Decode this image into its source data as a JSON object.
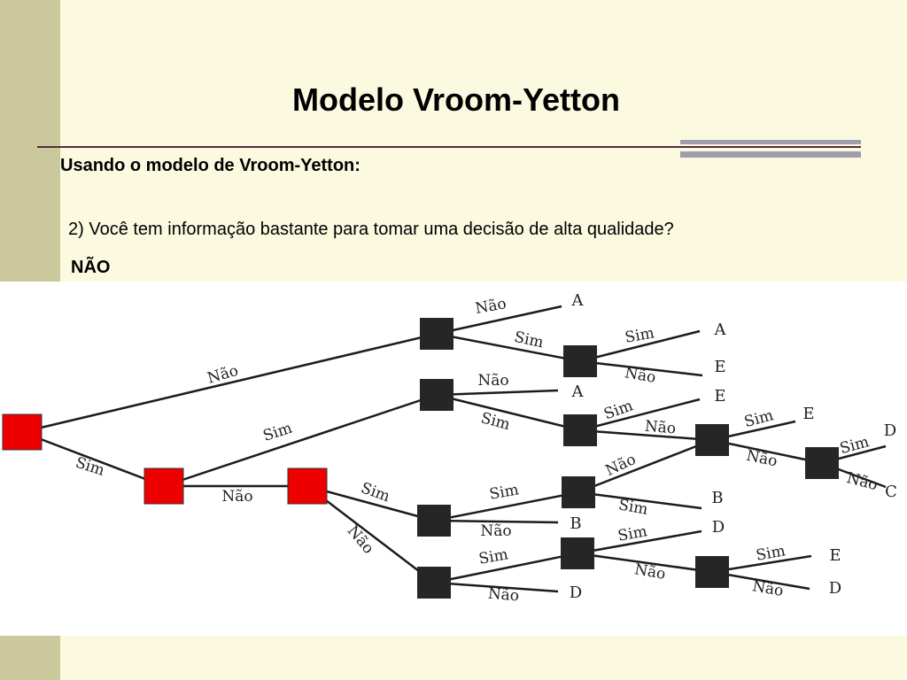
{
  "slide": {
    "title": "Modelo Vroom-Yetton",
    "subtitle": "Usando o modelo de Vroom-Yetton:",
    "question": "2) Você tem informação bastante para tomar uma decisão de alta qualidade?",
    "answer": "NÃO"
  },
  "colors": {
    "background": "#fbf9e0",
    "sidebar": "#cbc89b",
    "rule": "#5b2a3e",
    "accent_gray": "#9e9eae",
    "highlighted_node": "#ee0000",
    "node": "#262626"
  },
  "diagram": {
    "highlighted_path": [
      "root",
      "n_sim1",
      "n_nao2"
    ],
    "nodes": [
      {
        "id": "root",
        "highlighted": true
      },
      {
        "id": "n_sim1",
        "highlighted": true
      },
      {
        "id": "n_nao2",
        "highlighted": true
      },
      {
        "id": "n_top",
        "highlighted": false
      },
      {
        "id": "n_top_sim",
        "highlighted": false
      },
      {
        "id": "n_mid",
        "highlighted": false
      },
      {
        "id": "n_mid_sim",
        "highlighted": false
      },
      {
        "id": "n_mid_sim_nao",
        "highlighted": false
      },
      {
        "id": "n_right",
        "highlighted": false
      },
      {
        "id": "n_b_sim",
        "highlighted": false
      },
      {
        "id": "n_b_sim_sim",
        "highlighted": false
      },
      {
        "id": "n_b_nao",
        "highlighted": false
      },
      {
        "id": "n_b_nao_sim",
        "highlighted": false
      },
      {
        "id": "n_b_nao_sim_nao",
        "highlighted": false
      }
    ],
    "edges": [
      {
        "from": "root",
        "to": "n_top",
        "label": "Não"
      },
      {
        "from": "root",
        "to": "n_sim1",
        "label": "Sim"
      },
      {
        "from": "n_sim1",
        "to": "n_mid",
        "label": "Sim"
      },
      {
        "from": "n_sim1",
        "to": "n_nao2",
        "label": "Não"
      },
      {
        "from": "n_top",
        "to": "leaf_top_a",
        "label": "Não"
      },
      {
        "from": "n_top",
        "to": "n_top_sim",
        "label": "Sim"
      },
      {
        "from": "n_top_sim",
        "to": "leaf_top_sim_a",
        "label": "Sim"
      },
      {
        "from": "n_top_sim",
        "to": "leaf_top_sim_e",
        "label": "Não"
      },
      {
        "from": "n_mid",
        "to": "leaf_mid_a",
        "label": "Não"
      },
      {
        "from": "n_mid",
        "to": "n_mid_sim",
        "label": "Sim"
      },
      {
        "from": "n_mid_sim",
        "to": "leaf_mid_sim_e",
        "label": "Sim"
      },
      {
        "from": "n_mid_sim",
        "to": "n_mid_sim_nao",
        "label": "Não"
      },
      {
        "from": "n_mid_sim_nao",
        "to": "leaf_e3",
        "label": "Sim"
      },
      {
        "from": "n_mid_sim_nao",
        "to": "n_right",
        "label": "Não"
      },
      {
        "from": "n_right",
        "to": "leaf_d1",
        "label": "Sim"
      },
      {
        "from": "n_right",
        "to": "leaf_c",
        "label": "Não"
      },
      {
        "from": "n_nao2",
        "to": "n_b_sim",
        "label": "Sim"
      },
      {
        "from": "n_nao2",
        "to": "n_b_nao",
        "label": "Não"
      },
      {
        "from": "n_b_sim",
        "to": "n_b_sim_sim",
        "label": "Sim"
      },
      {
        "from": "n_b_sim",
        "to": "leaf_b1",
        "label": "Não"
      },
      {
        "from": "n_b_sim_sim",
        "to": "n_mid_sim_nao",
        "label": "Não"
      },
      {
        "from": "n_b_sim_sim",
        "to": "leaf_b2",
        "label": "Sim"
      },
      {
        "from": "n_b_nao",
        "to": "n_b_nao_sim",
        "label": "Sim"
      },
      {
        "from": "n_b_nao",
        "to": "leaf_d_bottom",
        "label": "Não"
      },
      {
        "from": "n_b_nao_sim",
        "to": "leaf_d2",
        "label": "Sim"
      },
      {
        "from": "n_b_nao_sim",
        "to": "n_b_nao_sim_nao",
        "label": "Não"
      },
      {
        "from": "n_b_nao_sim_nao",
        "to": "leaf_e4",
        "label": "Sim"
      },
      {
        "from": "n_b_nao_sim_nao",
        "to": "leaf_d3",
        "label": "Não"
      }
    ],
    "leaves": [
      {
        "id": "leaf_top_a",
        "label": "A"
      },
      {
        "id": "leaf_top_sim_a",
        "label": "A"
      },
      {
        "id": "leaf_top_sim_e",
        "label": "E"
      },
      {
        "id": "leaf_mid_a",
        "label": "A"
      },
      {
        "id": "leaf_mid_sim_e",
        "label": "E"
      },
      {
        "id": "leaf_e3",
        "label": "E"
      },
      {
        "id": "leaf_d1",
        "label": "D"
      },
      {
        "id": "leaf_c",
        "label": "C"
      },
      {
        "id": "leaf_b1",
        "label": "B"
      },
      {
        "id": "leaf_b2",
        "label": "B"
      },
      {
        "id": "leaf_d2",
        "label": "D"
      },
      {
        "id": "leaf_e4",
        "label": "E"
      },
      {
        "id": "leaf_d3",
        "label": "D"
      },
      {
        "id": "leaf_d_bottom",
        "label": "D"
      }
    ]
  }
}
